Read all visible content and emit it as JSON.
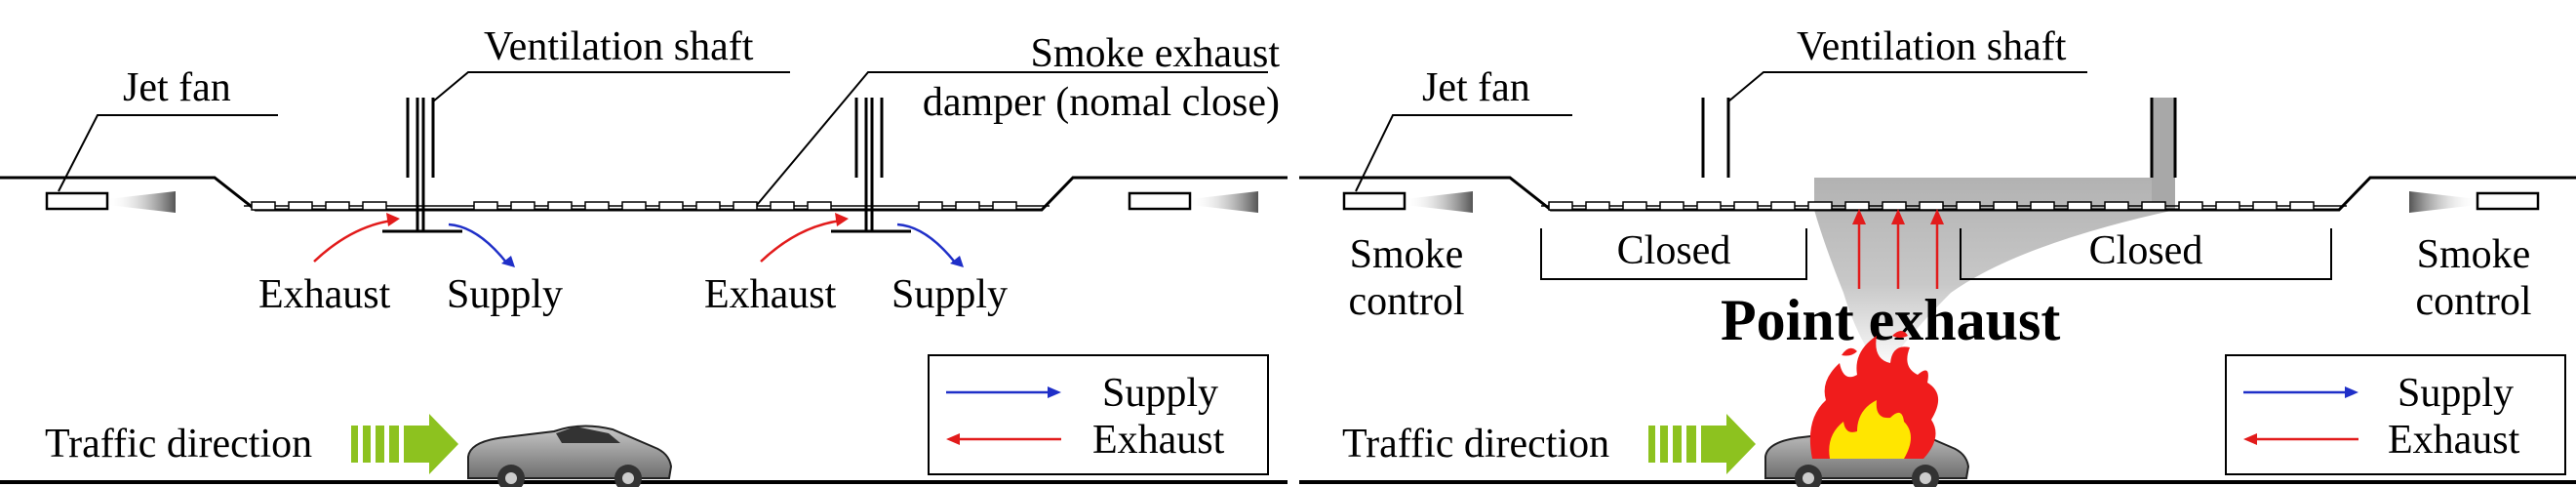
{
  "left_panel": {
    "jet_fan": "Jet fan",
    "ventilation_shaft": "Ventilation shaft",
    "damper_line1": "Smoke exhaust",
    "damper_line2": "damper (nomal close)",
    "exhaust_a": "Exhaust",
    "supply_a": "Supply",
    "exhaust_b": "Exhaust",
    "supply_b": "Supply",
    "traffic_direction": "Traffic direction",
    "legend": {
      "supply": "Supply",
      "exhaust": "Exhaust"
    }
  },
  "right_panel": {
    "jet_fan": "Jet fan",
    "ventilation_shaft": "Ventilation shaft",
    "smoke_control_left_1": "Smoke",
    "smoke_control_left_2": "control",
    "smoke_control_right_1": "Smoke",
    "smoke_control_right_2": "control",
    "closed_left": "Closed",
    "closed_right": "Closed",
    "point_exhaust": "Point exhaust",
    "traffic_direction": "Traffic direction",
    "legend": {
      "supply": "Supply",
      "exhaust": "Exhaust"
    }
  },
  "colors": {
    "supply_arrow": "#1f2fc8",
    "exhaust_arrow": "#e21b1b",
    "traffic_arrow": "#8dc21f",
    "smoke": "#b9b9b9",
    "fire_red": "#f01c1c",
    "fire_yellow": "#ffe600"
  },
  "icons": [
    "jet-fan-icon",
    "car-icon",
    "fire-icon",
    "traffic-arrow-icon"
  ]
}
